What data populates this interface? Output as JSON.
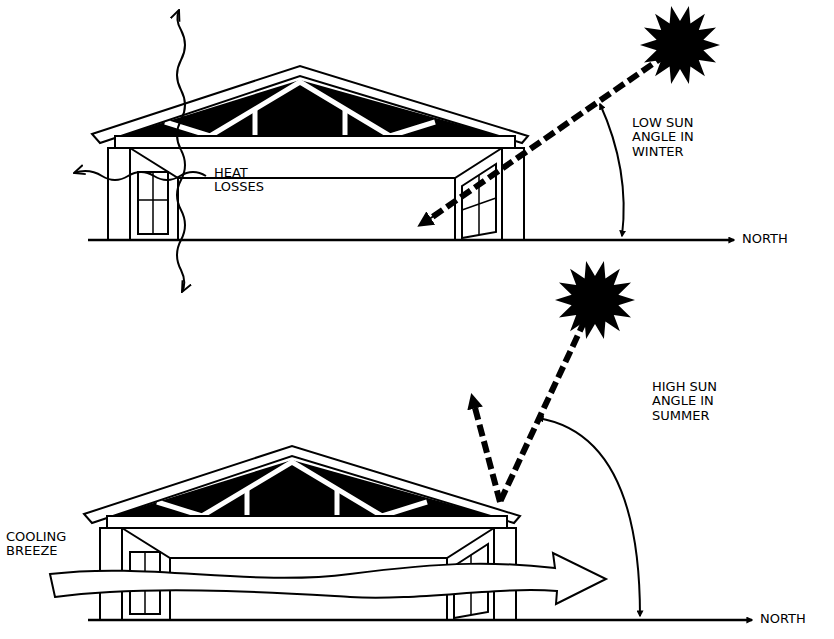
{
  "diagram": {
    "labels": [
      "LOW SUN ANGLE IN WINTER",
      "NORTH",
      "HEAT LOSSES",
      "HIGH SUN ANGLE IN SUMMER",
      "COOLING BREEZE",
      "NORTH"
    ]
  }
}
